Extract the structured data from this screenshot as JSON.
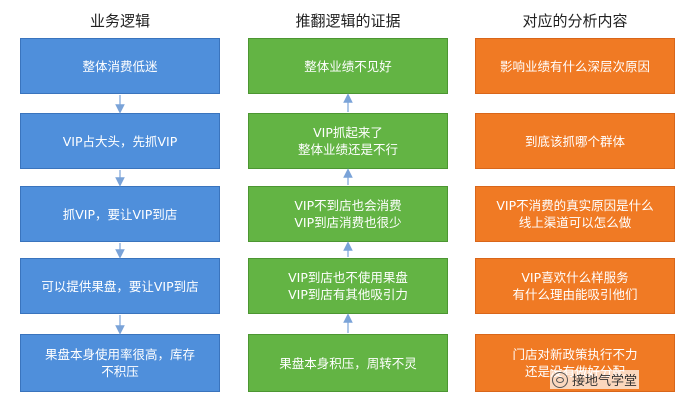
{
  "headers": {
    "business": "业务逻辑",
    "counter": "推翻逻辑的证据",
    "analysis": "对应的分析内容"
  },
  "business_logic": [
    "整体消费低迷",
    "VIP占大头，先抓VIP",
    "抓VIP，要让VIP到店",
    "可以提供果盘，要让VIP到店",
    "果盘本身使用率很高，库存\n不积压"
  ],
  "counter_evidence": [
    "整体业绩不见好",
    "VIP抓起来了\n整体业绩还是不行",
    "VIP不到店也会消费\nVIP到店消费也很少",
    "VIP到店也不使用果盘\nVIP到店有其他吸引力",
    "果盘本身积压，周转不灵"
  ],
  "analysis": [
    "影响业绩有什么深层次原因",
    "到底该抓哪个群体",
    "VIP不消费的真实原因是什么\n线上渠道可以怎么做",
    "VIP喜欢什么样服务\n有什么理由能吸引他们",
    "门店对新政策执行不力\n还是没有做好分配"
  ],
  "watermark": "接地气学堂",
  "colors": {
    "blue": "#4f8fdb",
    "green": "#63b444",
    "orange": "#f07a24",
    "arrow": "#7aa3d8"
  }
}
